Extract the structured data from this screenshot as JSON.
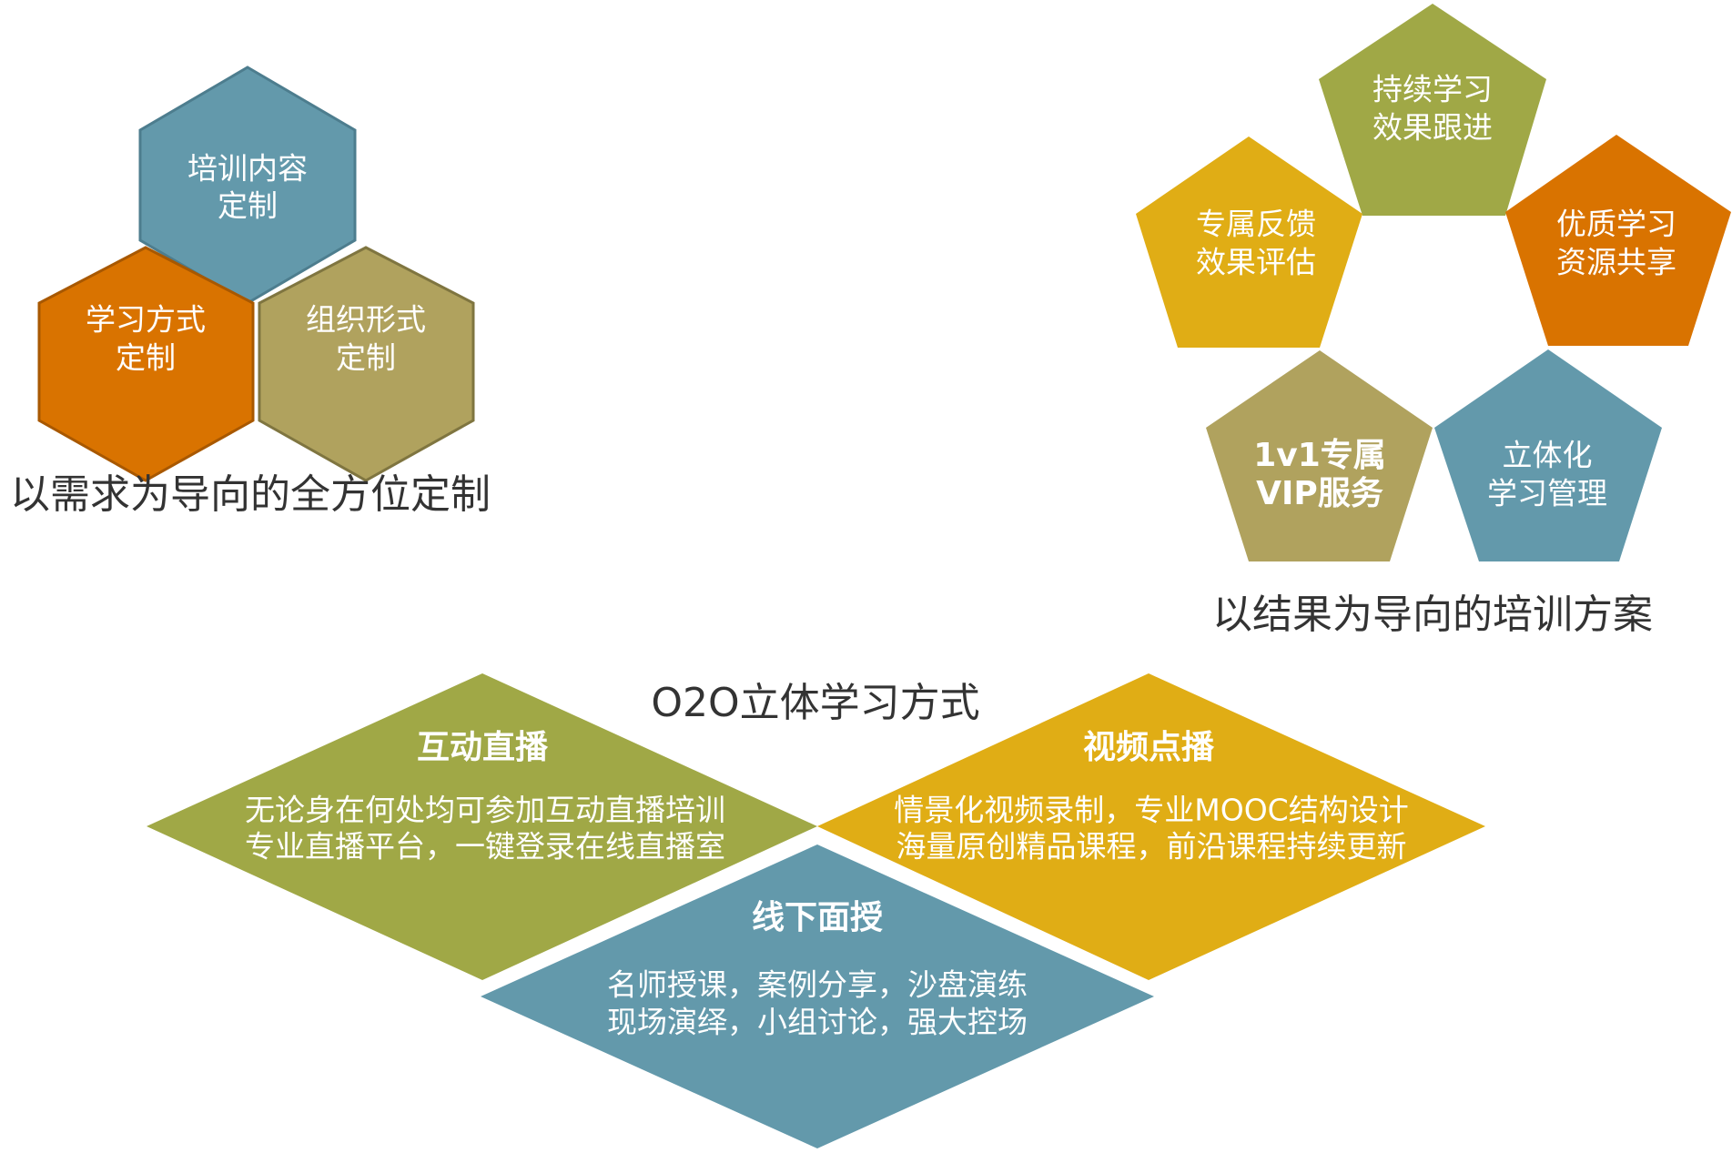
{
  "colors": {
    "blue": "#6399ab",
    "orange": "#d97300",
    "tan": "#b0a25e",
    "olive": "#a0a846",
    "gold": "#e0ad15",
    "caption": "#333333"
  },
  "needs": {
    "caption": "以需求为导向的全方位定制",
    "hexagons": [
      {
        "line1": "培训内容",
        "line2": "定制"
      },
      {
        "line1": "学习方式",
        "line2": "定制"
      },
      {
        "line1": "组织形式",
        "line2": "定制"
      }
    ]
  },
  "results": {
    "caption": "以结果为导向的培训方案",
    "pentagons": [
      {
        "line1": "持续学习",
        "line2": "效果跟进"
      },
      {
        "line1": "专属反馈",
        "line2": "效果评估"
      },
      {
        "line1": "优质学习",
        "line2": "资源共享"
      },
      {
        "line1": "1v1专属",
        "line2": "VIP服务"
      },
      {
        "line1": "立体化",
        "line2": "学习管理"
      }
    ]
  },
  "o2o": {
    "title": "O2O立体学习方式",
    "diamonds": [
      {
        "heading": "互动直播",
        "line1": "无论身在何处均可参加互动直播培训",
        "line2": "专业直播平台，一键登录在线直播室"
      },
      {
        "heading": "视频点播",
        "line1": "情景化视频录制，专业MOOC结构设计",
        "line2": "海量原创精品课程，前沿课程持续更新"
      },
      {
        "heading": "线下面授",
        "line1": "名师授课，案例分享，沙盘演练",
        "line2": "现场演绎，小组讨论，强大控场"
      }
    ]
  }
}
